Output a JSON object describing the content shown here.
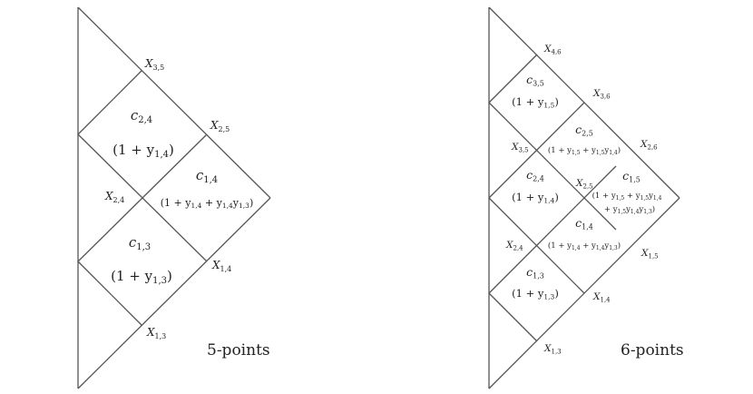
{
  "colors": {
    "lines": "#555555",
    "text": "#222222",
    "coef": "#2b4aa0"
  },
  "panels": [
    {
      "caption": "5-points",
      "points": [
        {
          "n": "X",
          "s": "3,5"
        },
        {
          "n": "X",
          "s": "2,5"
        },
        {
          "n": "X",
          "s": "2,4"
        },
        {
          "n": "X",
          "s": "1,4"
        },
        {
          "n": "X",
          "s": "1,3"
        }
      ],
      "cells": [
        {
          "n": "c",
          "s": "2,4",
          "f": "(1 + y",
          "fs": "1,4",
          "fe": ")"
        },
        {
          "n": "c",
          "s": "1,4",
          "f": "(1 + y",
          "fs": "1,4",
          "fm": " + y",
          "fs2": "1,4",
          "fm2": "y",
          "fs3": "1,3",
          "fe": ")"
        },
        {
          "n": "c",
          "s": "1,3",
          "f": "(1 + y",
          "fs": "1,3",
          "fe": ")"
        }
      ]
    },
    {
      "caption": "6-points",
      "points": [
        {
          "n": "X",
          "s": "4,6"
        },
        {
          "n": "X",
          "s": "3,6"
        },
        {
          "n": "X",
          "s": "3,5"
        },
        {
          "n": "X",
          "s": "2,6"
        },
        {
          "n": "X",
          "s": "2,5"
        },
        {
          "n": "X",
          "s": "2,4"
        },
        {
          "n": "X",
          "s": "1,5"
        },
        {
          "n": "X",
          "s": "1,4"
        },
        {
          "n": "X",
          "s": "1,3"
        }
      ],
      "cells": [
        {
          "n": "c",
          "s": "3,5",
          "f": "(1 + y",
          "fs": "1,5",
          "fe": ")"
        },
        {
          "n": "c",
          "s": "2,5",
          "f": "(1 + y",
          "fs": "1,5",
          "fm": " + y",
          "fs2": "1,5",
          "fm2": "y",
          "fs3": "1,4",
          "fe": ")"
        },
        {
          "n": "c",
          "s": "2,4",
          "f": "(1 + y",
          "fs": "1,4",
          "fe": ")"
        },
        {
          "n": "c",
          "s": "1,5",
          "f": "(1 + y",
          "fs": "1,5",
          "fm": " + y",
          "fs2": "1,5",
          "fm2": "y",
          "fs3": "1,4",
          "l2": "+ y",
          "l2s": "1,5",
          "l2m": "y",
          "l2s2": "1,4",
          "l2m2": "y",
          "l2s3": "1,3",
          "fe": ")"
        },
        {
          "n": "c",
          "s": "1,4",
          "f": "(1 + y",
          "fs": "1,4",
          "fm": " + y",
          "fs2": "1,4",
          "fm2": "y",
          "fs3": "1,3",
          "fe": ")"
        },
        {
          "n": "c",
          "s": "1,3",
          "f": "(1 + y",
          "fs": "1,3",
          "fe": ")"
        }
      ]
    }
  ]
}
